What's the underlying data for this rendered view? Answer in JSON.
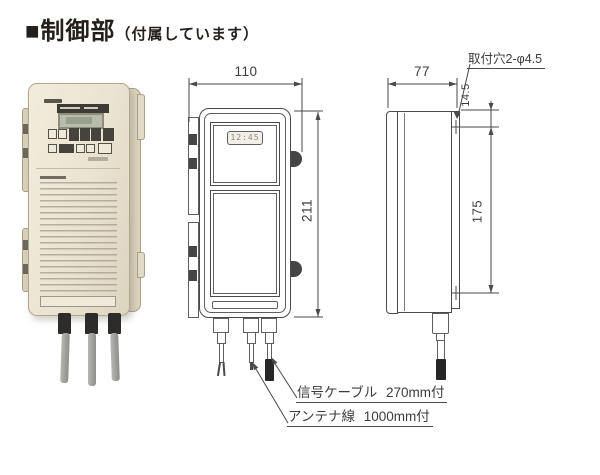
{
  "title": {
    "heading": "■制御部",
    "suffix": "（付属しています）"
  },
  "front_view": {
    "display_value": "12:45",
    "width_mm": "110",
    "height_mm": "211"
  },
  "side_view": {
    "depth_mm": "77",
    "hole_top_offset_mm": "14.5",
    "hole_span_mm": "175"
  },
  "annotations": {
    "mounting_hole_note": "取付穴2-φ4.5",
    "signal_cable_note": "信号ケーブル 270mm付",
    "antenna_wire_note": "アンテナ線 1000mm付"
  },
  "colors": {
    "line": "#4a4a4a",
    "panel_beige": "#e9e2d0",
    "ink": "#241f1b",
    "cable_gray": "#9e9e9b"
  }
}
